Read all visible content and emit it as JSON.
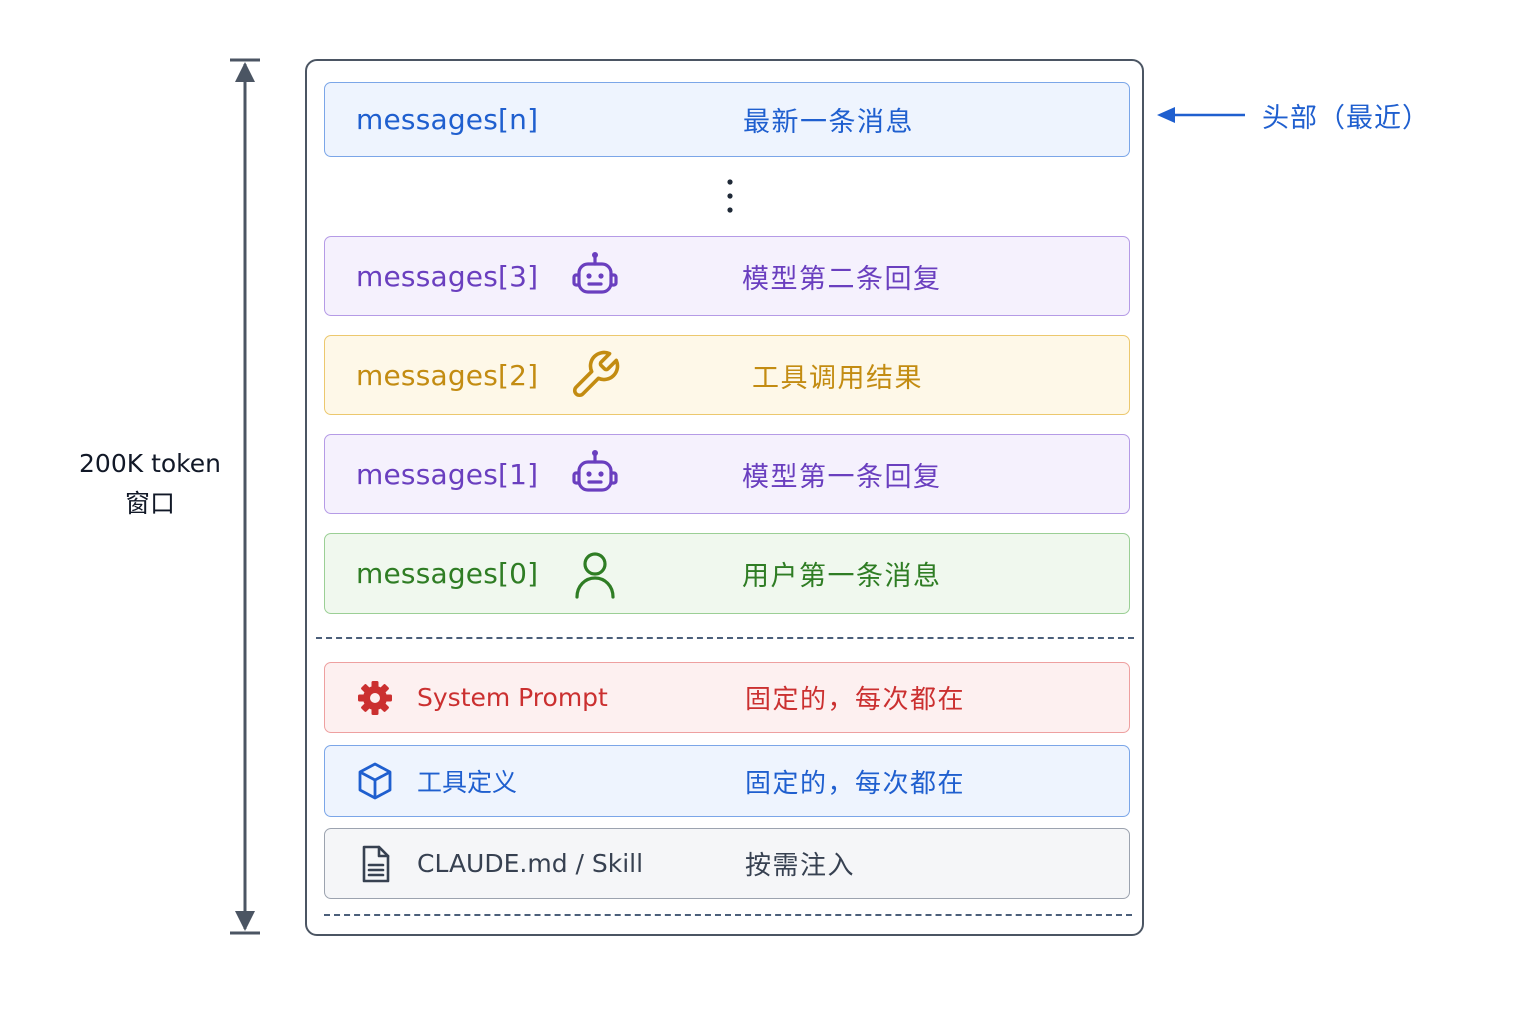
{
  "window": {
    "size_label": "200K token",
    "size_label2": "窗口"
  },
  "head_marker": {
    "label": "头部（最近）"
  },
  "messages": [
    {
      "label": "messages[n]",
      "desc": "最新一条消息",
      "color": "blue",
      "icon": ""
    },
    {
      "label": "messages[3]",
      "desc": "模型第二条回复",
      "color": "purple",
      "icon": "robot-icon"
    },
    {
      "label": "messages[2]",
      "desc": "工具调用结果",
      "color": "yellow",
      "icon": "wrench-icon"
    },
    {
      "label": "messages[1]",
      "desc": "模型第一条回复",
      "color": "purple",
      "icon": "robot-icon"
    },
    {
      "label": "messages[0]",
      "desc": "用户第一条消息",
      "color": "green",
      "icon": "user-icon"
    }
  ],
  "fixed": [
    {
      "label": "System Prompt",
      "desc": "固定的，每次都在",
      "color": "red",
      "icon": "gear-icon"
    },
    {
      "label": "工具定义",
      "desc": "固定的，每次都在",
      "color": "blue",
      "icon": "cube-icon"
    },
    {
      "label": "CLAUDE.md / Skill",
      "desc": "按需注入",
      "color": "gray",
      "icon": "document-icon"
    }
  ],
  "colors": {
    "blue": "#1f5fcf",
    "purple": "#6a3fbf",
    "yellow": "#c38c12",
    "green": "#2f7d24",
    "red": "#cb3030",
    "gray": "#374151",
    "axis": "#4b5563"
  }
}
